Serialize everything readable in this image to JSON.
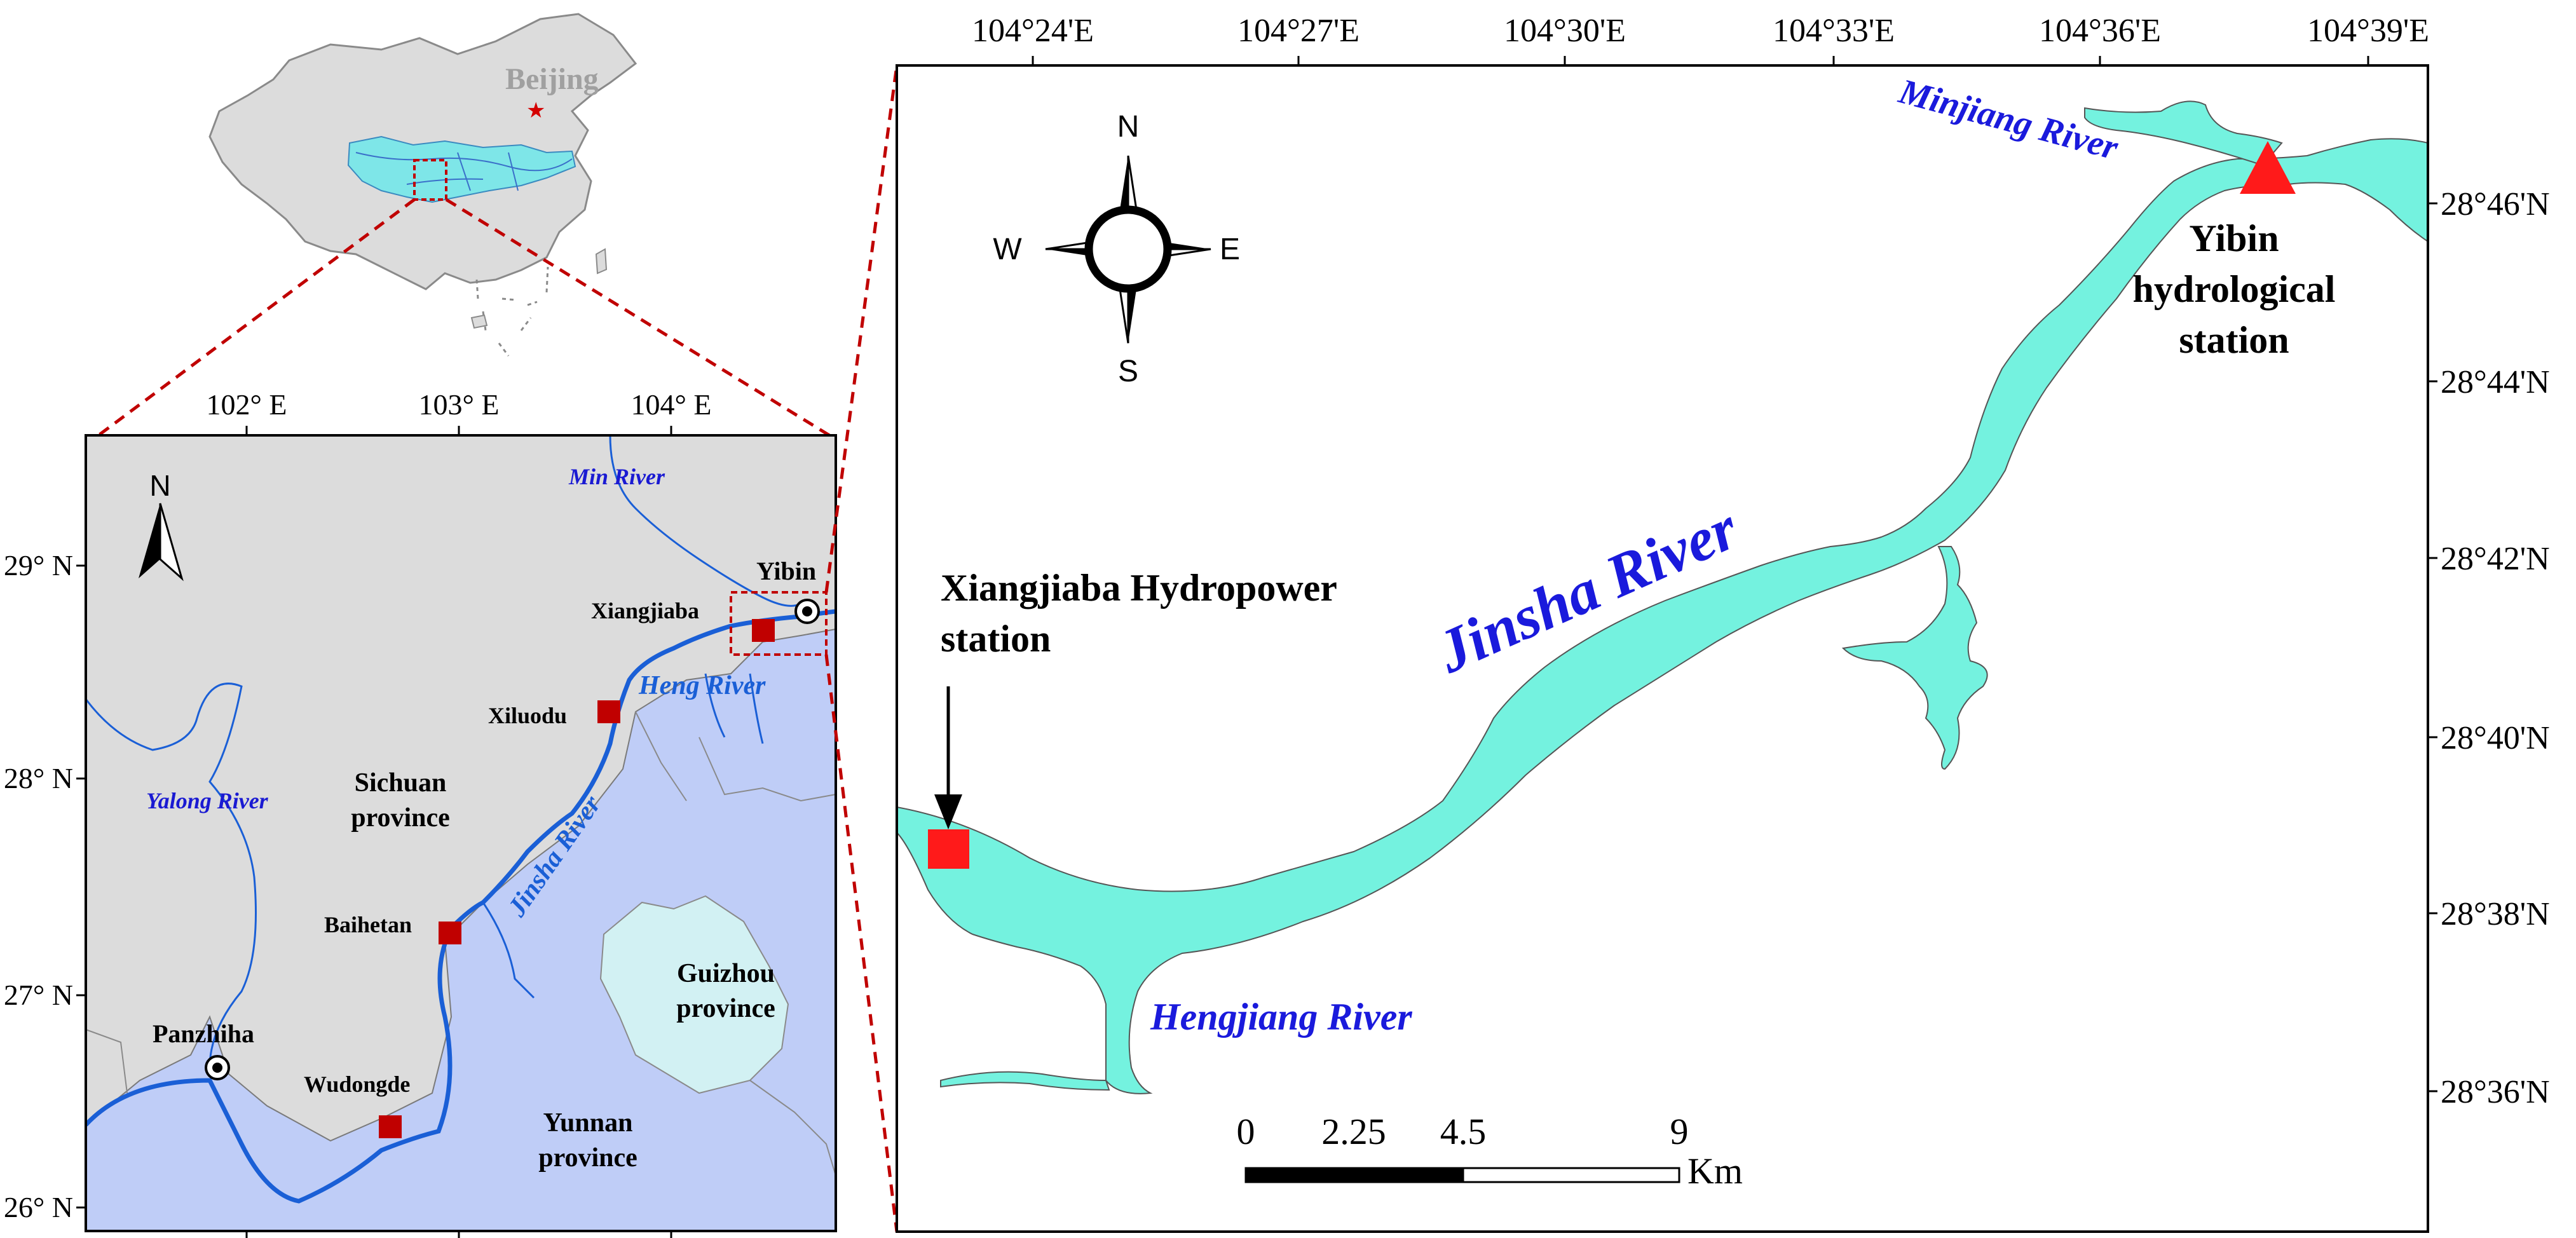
{
  "inset_map": {
    "capital_label": "Beijing"
  },
  "regional_map": {
    "lon_ticks": [
      "102° E",
      "103° E",
      "104° E"
    ],
    "lat_ticks": [
      "29° N",
      "28° N",
      "27° N",
      "26° N"
    ],
    "north_label": "N",
    "rivers": {
      "min": "Min River",
      "heng": "Heng River",
      "yalong": "Yalong River",
      "jinsha": "Jinsha River"
    },
    "stations": {
      "yibin": "Yibin",
      "xiangjiaba": "Xiangjiaba",
      "xiluodu": "Xiluodu",
      "baihetan": "Baihetan",
      "wudongde": "Wudongde",
      "panzhiha": "Panzhiha"
    },
    "provinces": {
      "sichuan_1": "Sichuan",
      "sichuan_2": "province",
      "guizhou_1": "Guizhou",
      "guizhou_2": "province",
      "yunnan_1": "Yunnan",
      "yunnan_2": "province"
    },
    "colors": {
      "land": "#dcdcdc",
      "yunnan_region": "#bfcdf7",
      "guizhou_region": "#d2f1f3",
      "river": "#1a5fd6",
      "station": "#c00000"
    }
  },
  "detail_map": {
    "lon_ticks": [
      "104°24'E",
      "104°27'E",
      "104°30'E",
      "104°33'E",
      "104°36'E",
      "104°39'E"
    ],
    "lat_ticks": [
      "28°46'N",
      "28°44'N",
      "28°42'N",
      "28°40'N",
      "28°38'N",
      "28°36'N"
    ],
    "compass": {
      "n": "N",
      "s": "S",
      "e": "E",
      "w": "W"
    },
    "rivers": {
      "minjiang": "Minjiang River",
      "jinsha": "Jinsha River",
      "hengjiang": "Hengjiang River"
    },
    "stations": {
      "xiangjiaba_1": "Xiangjiaba Hydropower",
      "xiangjiaba_2": "station",
      "yibin_1": "Yibin",
      "yibin_2": "hydrological",
      "yibin_3": "station"
    },
    "scale_bar": {
      "labels": [
        "0",
        "2.25",
        "4.5",
        "9"
      ],
      "unit": "Km"
    },
    "colors": {
      "water": "#74f2df",
      "label_blue": "#1a1adc",
      "marker_red": "#ff1a1a"
    }
  }
}
